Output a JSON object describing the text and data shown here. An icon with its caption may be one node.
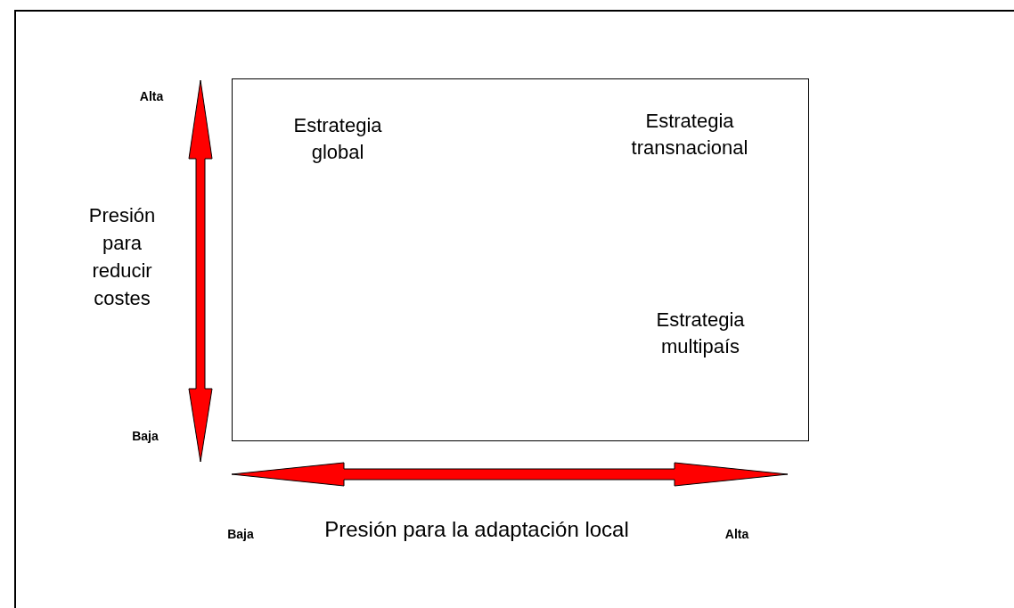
{
  "diagram": {
    "nodes": [
      {
        "text": [],
        "shape": "box"
      },
      {
        "text": [
          "Estrategia global"
        ],
        "in": 0
      },
      {
        "text": [
          "Estrategia transnacional"
        ],
        "in": 0
      },
      {
        "text": [
          "Estrategia multipaís"
        ],
        "in": 0
      }
    ],
    "labels": [
      "Alta",
      "Presión para reducir costes",
      "Baja",
      "Baja",
      "Presión para la adaptación local",
      "Alta"
    ]
  }
}
